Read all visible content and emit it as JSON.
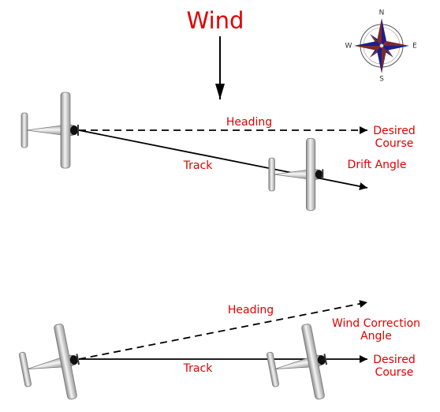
{
  "title": "Wind",
  "colors": {
    "label": "#e00000",
    "line": "#000000",
    "compass_red": "#7a2a2a",
    "compass_blue": "#1e1e8a"
  },
  "compass": {
    "north": "N",
    "south": "S",
    "east": "E",
    "west": "W"
  },
  "top_panel": {
    "heading": "Heading",
    "desired_course": [
      "Desired",
      "Course"
    ],
    "track": "Track",
    "drift_angle": "Drift Angle"
  },
  "bottom_panel": {
    "heading": "Heading",
    "wind_correction_angle": [
      "Wind Correction",
      "Angle"
    ],
    "track": "Track",
    "desired_course": [
      "Desired",
      "Course"
    ]
  }
}
